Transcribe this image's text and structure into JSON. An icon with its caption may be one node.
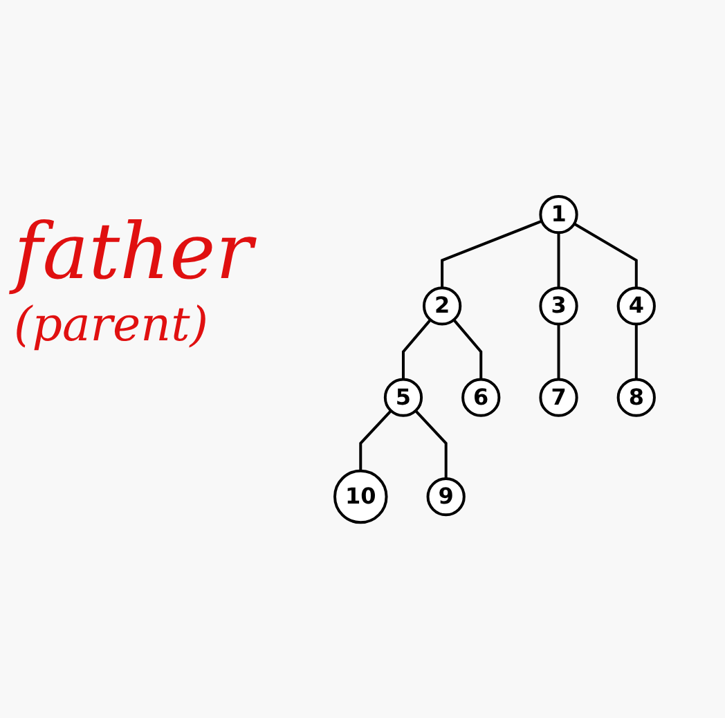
{
  "diagram": {
    "nodes": [
      {
        "text": [
          "1"
        ]
      },
      {
        "text": [
          "2"
        ]
      },
      {
        "text": [
          "3"
        ]
      },
      {
        "text": [
          "4"
        ]
      },
      {
        "text": [
          "5"
        ]
      },
      {
        "text": [
          "6"
        ]
      },
      {
        "text": [
          "7"
        ]
      },
      {
        "text": [
          "8"
        ]
      },
      {
        "text": [
          "9"
        ]
      },
      {
        "text": [
          "10"
        ]
      }
    ],
    "edges": [
      {
        "from": 0,
        "to": 1,
        "arrow": "none"
      },
      {
        "from": 0,
        "to": 3,
        "arrow": "none"
      },
      {
        "from": 0,
        "to": 2,
        "arrow": "none"
      },
      {
        "from": 1,
        "to": 5,
        "arrow": "none"
      },
      {
        "from": 1,
        "to": 4,
        "arrow": "none"
      },
      {
        "from": 2,
        "to": 6,
        "arrow": "none"
      },
      {
        "from": 3,
        "to": 7,
        "arrow": "none"
      },
      {
        "from": 4,
        "to": 9,
        "arrow": "none"
      },
      {
        "from": 4,
        "to": 8,
        "arrow": "none"
      }
    ],
    "labels": [
      "father",
      "(parent)"
    ]
  }
}
